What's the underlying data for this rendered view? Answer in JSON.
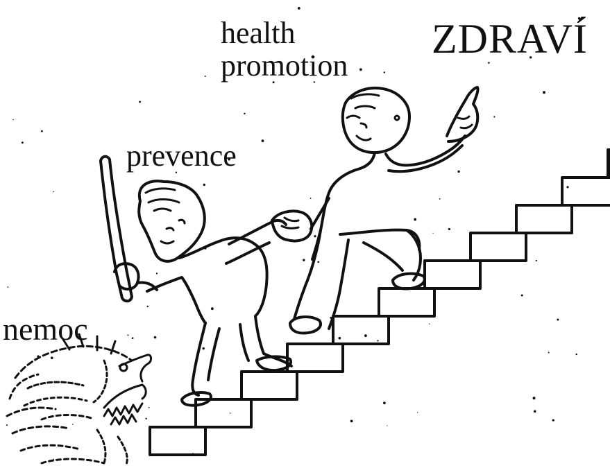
{
  "labels": {
    "health_promotion": "health\npromotion",
    "zdravi": "ZDRAVÍ",
    "prevence": "prevence",
    "nemoc": "nemoc"
  },
  "illustration": {
    "staircase": {
      "steps": 11
    },
    "figures": [
      "child-with-stick",
      "child-pointing-up",
      "disease-monster"
    ]
  },
  "colors": {
    "ink": "#111111",
    "background": "#ffffff"
  }
}
